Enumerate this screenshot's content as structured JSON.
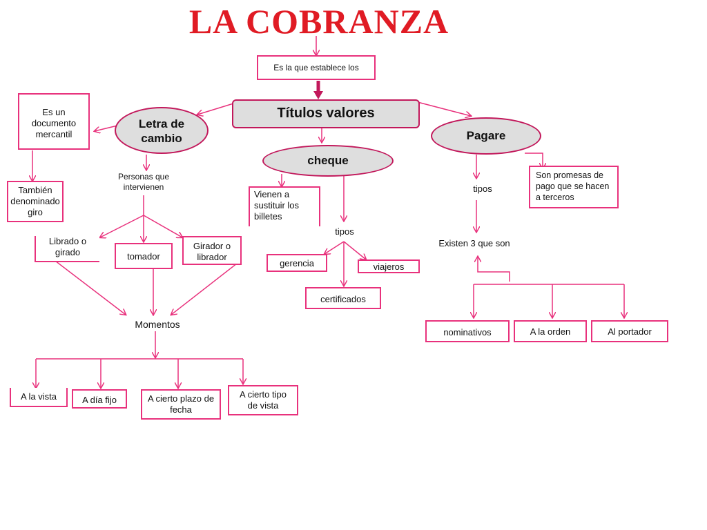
{
  "title": "LA COBRANZA",
  "colors": {
    "title": "#e01b24",
    "line": "#e8317c",
    "fill": "#dedede",
    "border": "#c2185b"
  },
  "top_note": "Es la que  establece los",
  "main": "Títulos  valores",
  "letra": {
    "label": "Letra de cambio",
    "es_un": "Es un documento mercantil",
    "tambien": "También denominado giro",
    "personas": "Personas que intervienen",
    "librado": "Librado o girado",
    "tomador": "tomador",
    "girador": "Girador o librador",
    "momentos": "Momentos",
    "a_la_vista": "A la vista",
    "a_dia_fijo": "A día fijo",
    "a_cierto_plazo": "A cierto plazo de fecha",
    "a_cierto_tipo": "A cierto tipo de vista"
  },
  "cheque": {
    "label": "cheque",
    "vienen": "Vienen a sustituir los billetes",
    "tipos": "tipos",
    "gerencia": "gerencia",
    "viajeros": "viajeros",
    "certificados": "certificados"
  },
  "pagare": {
    "label": "Pagare",
    "son_promesas": "Son promesas de pago que se hacen a terceros",
    "tipos": "tipos",
    "existen": "Existen 3 que son",
    "nominativos": "nominativos",
    "a_la_orden": "A la orden",
    "al_portador": "Al portador"
  }
}
